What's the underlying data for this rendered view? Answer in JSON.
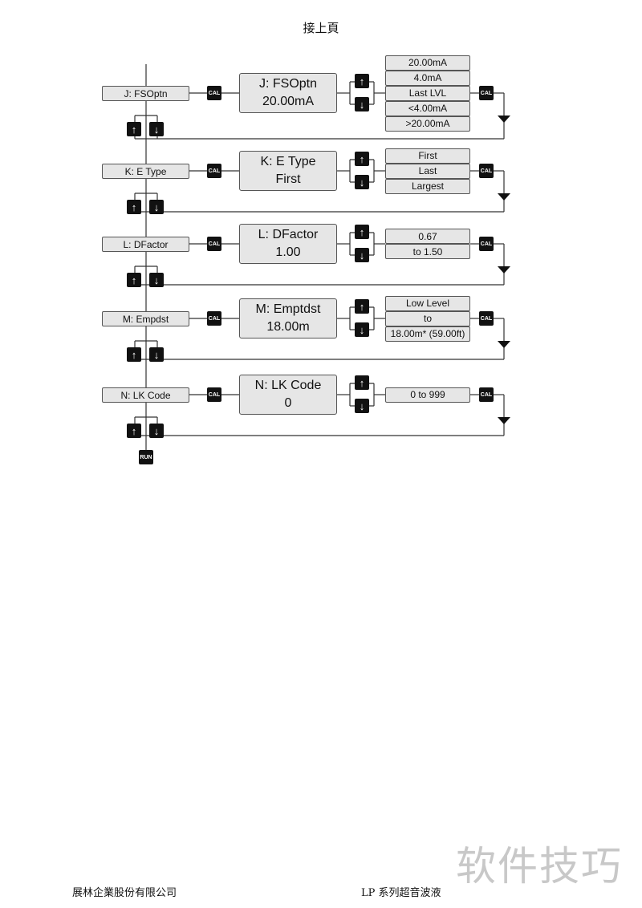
{
  "header": "接上頁",
  "keys": {
    "cal": "CAL",
    "run": "RUN",
    "up": "↑",
    "down": "↓"
  },
  "rows": [
    {
      "label": "J: FSOptn",
      "display_title": "J: FSOptn",
      "display_value": "20.00mA",
      "options": [
        "20.00mA",
        "4.0mA",
        "Last LVL",
        "<4.00mA",
        ">20.00mA"
      ]
    },
    {
      "label": "K: E Type",
      "display_title": "K: E Type",
      "display_value": "First",
      "options": [
        "First",
        "Last",
        "Largest"
      ]
    },
    {
      "label": "L: DFactor",
      "display_title": "L: DFactor",
      "display_value": "1.00",
      "options": [
        "0.67",
        "to 1.50"
      ]
    },
    {
      "label": "M: Empdst",
      "display_title": "M: Emptdst",
      "display_value": "18.00m",
      "options": [
        "Low Level",
        "to",
        "18.00m* (59.00ft)"
      ]
    },
    {
      "label": "N: LK Code",
      "display_title": "N: LK Code",
      "display_value": "0",
      "options": [
        "0 to 999"
      ]
    }
  ],
  "footer": {
    "left": "展林企業股份有限公司",
    "right": "LP 系列超音波液"
  },
  "watermark": "软件技巧"
}
